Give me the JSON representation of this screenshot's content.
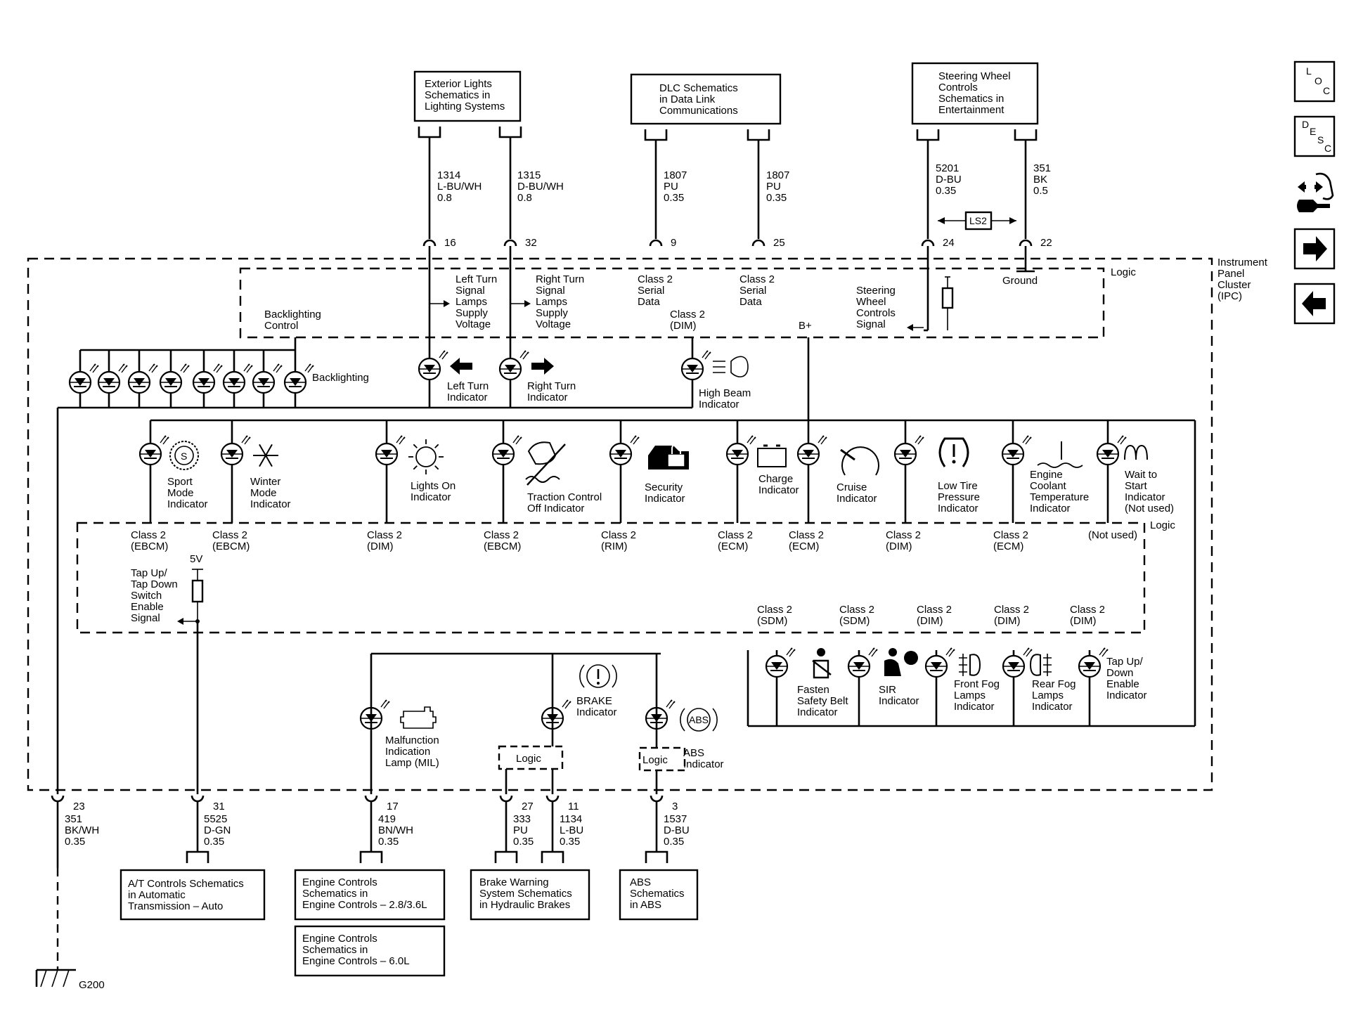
{
  "top_boxes": [
    {
      "id": "ext",
      "lines": [
        "Exterior Lights",
        "Schematics in",
        "Lighting Systems"
      ]
    },
    {
      "id": "dlc",
      "lines": [
        "DLC Schematics",
        "in Data Link",
        "Communications"
      ]
    },
    {
      "id": "swc",
      "lines": [
        "Steering Wheel",
        "Controls",
        "Schematics in",
        "Entertainment"
      ]
    }
  ],
  "top_wires": [
    {
      "circuit": "1314",
      "color": "L-BU/WH",
      "gauge": "0.8",
      "pin": "16"
    },
    {
      "circuit": "1315",
      "color": "D-BU/WH",
      "gauge": "0.8",
      "pin": "32"
    },
    {
      "circuit": "1807",
      "color": "PU",
      "gauge": "0.35",
      "pin": "9"
    },
    {
      "circuit": "1807",
      "color": "PU",
      "gauge": "0.35",
      "pin": "25"
    },
    {
      "circuit": "5201",
      "color": "D-BU",
      "gauge": "0.35",
      "pin": "24"
    },
    {
      "circuit": "351",
      "color": "BK",
      "gauge": "0.5",
      "pin": "22"
    }
  ],
  "ls2": "LS2",
  "module": {
    "lines": [
      "Instrument",
      "Panel",
      "Cluster",
      "(IPC)"
    ]
  },
  "logic": "Logic",
  "logic_top": [
    {
      "lines": [
        "Backlighting",
        "Control"
      ]
    },
    {
      "lines": [
        "Left Turn",
        "Signal",
        "Lamps",
        "Supply",
        "Voltage"
      ]
    },
    {
      "lines": [
        "Right Turn",
        "Signal",
        "Lamps",
        "Supply",
        "Voltage"
      ]
    },
    {
      "lines": [
        "Class 2",
        "Serial",
        "Data"
      ]
    },
    {
      "lines": [
        "Class 2",
        "(DIM)"
      ]
    },
    {
      "lines": [
        "Class 2",
        "Serial",
        "Data"
      ]
    },
    {
      "lines": [
        "B+"
      ]
    },
    {
      "lines": [
        "Steering",
        "Wheel",
        "Controls",
        "Signal"
      ]
    },
    {
      "lines": [
        "Ground"
      ]
    }
  ],
  "upper_indicators": [
    {
      "lines": [
        "Backlighting"
      ]
    },
    {
      "lines": [
        "Left Turn",
        "Indicator"
      ]
    },
    {
      "lines": [
        "Right Turn",
        "Indicator"
      ]
    },
    {
      "lines": [
        "High Beam",
        "Indicator"
      ]
    }
  ],
  "row_indicators": [
    {
      "lines": [
        "Sport",
        "Mode",
        "Indicator"
      ],
      "source": [
        "Class 2",
        "(EBCM)"
      ],
      "icon": "sport-mode-icon"
    },
    {
      "lines": [
        "Winter",
        "Mode",
        "Indicator"
      ],
      "source": [
        "Class 2",
        "(EBCM)"
      ],
      "icon": "snowflake-icon"
    },
    {
      "lines": [
        "Lights On",
        "Indicator"
      ],
      "source": [
        "Class 2",
        "(DIM)"
      ],
      "icon": "sun-icon"
    },
    {
      "lines": [
        "Traction Control",
        "Off Indicator"
      ],
      "source": [
        "Class 2",
        "(EBCM)"
      ],
      "icon": "traction-off-icon"
    },
    {
      "lines": [
        "Security",
        "Indicator"
      ],
      "source": [
        "Class 2",
        "(RIM)"
      ],
      "icon": "security-car-icon"
    },
    {
      "lines": [
        "Charge",
        "Indicator"
      ],
      "source": [
        "Class 2",
        "(ECM)"
      ],
      "icon": "battery-icon"
    },
    {
      "lines": [
        "Cruise",
        "Indicator"
      ],
      "source": [
        "Class 2",
        "(ECM)"
      ],
      "icon": "speedometer-icon"
    },
    {
      "lines": [
        "Low Tire",
        "Pressure",
        "Indicator"
      ],
      "source": [
        "Class 2",
        "(DIM)"
      ],
      "icon": "tire-pressure-icon"
    },
    {
      "lines": [
        "Engine",
        "Coolant",
        "Temperature",
        "Indicator"
      ],
      "source": [
        "Class 2",
        "(ECM)"
      ],
      "icon": "coolant-temp-icon"
    },
    {
      "lines": [
        "Wait to",
        "Start",
        "Indicator",
        "(Not used)"
      ],
      "source": [
        "(Not used)"
      ],
      "icon": "glow-plug-icon"
    }
  ],
  "tap_switch": {
    "voltage": "5V",
    "lines": [
      "Tap Up/",
      "Tap Down",
      "Switch",
      "Enable",
      "Signal"
    ]
  },
  "lower_indicators": [
    {
      "lines": [
        "Fasten",
        "Safety Belt",
        "Indicator"
      ],
      "source": [
        "Class 2",
        "(SDM)"
      ],
      "icon": "seatbelt-icon"
    },
    {
      "lines": [
        "SIR",
        "Indicator"
      ],
      "source": [
        "Class 2",
        "(SDM)"
      ],
      "icon": "airbag-icon"
    },
    {
      "lines": [
        "Front Fog",
        "Lamps",
        "Indicator"
      ],
      "source": [
        "Class 2",
        "(DIM)"
      ],
      "icon": "front-fog-icon"
    },
    {
      "lines": [
        "Rear Fog",
        "Lamps",
        "Indicator"
      ],
      "source": [
        "Class 2",
        "(DIM)"
      ],
      "icon": "rear-fog-icon"
    },
    {
      "lines": [
        "Tap Up/",
        "Down",
        "Enable",
        "Indicator"
      ],
      "source": [
        "Class 2",
        "(DIM)"
      ],
      "icon": ""
    }
  ],
  "bottom_indicators": [
    {
      "lines": [
        "Malfunction",
        "Indication",
        "Lamp (MIL)"
      ],
      "icon": "engine-icon"
    },
    {
      "lines": [
        "BRAKE",
        "Indicator"
      ],
      "icon": "brake-icon"
    },
    {
      "lines": [
        "ABS",
        "Indicator"
      ],
      "icon": "abs-icon"
    }
  ],
  "abs_badge": "ABS",
  "bottom_wires": [
    {
      "circuit": "351",
      "color": "BK/WH",
      "gauge": "0.35",
      "pin": "23"
    },
    {
      "circuit": "5525",
      "color": "D-GN",
      "gauge": "0.35",
      "pin": "31"
    },
    {
      "circuit": "419",
      "color": "BN/WH",
      "gauge": "0.35",
      "pin": "17"
    },
    {
      "circuit": "333",
      "color": "PU",
      "gauge": "0.35",
      "pin": "27"
    },
    {
      "circuit": "1134",
      "color": "L-BU",
      "gauge": "0.35",
      "pin": "11"
    },
    {
      "circuit": "1537",
      "color": "D-BU",
      "gauge": "0.35",
      "pin": "3"
    }
  ],
  "bottom_boxes": [
    {
      "id": "at",
      "lines": [
        "A/T Controls Schematics",
        "in Automatic",
        "Transmission – Auto"
      ]
    },
    {
      "id": "eng1",
      "lines": [
        "Engine Controls",
        "Schematics in",
        "Engine Controls – 2.8/3.6L"
      ]
    },
    {
      "id": "eng2",
      "lines": [
        "Engine Controls",
        "Schematics in",
        "Engine Controls – 6.0L"
      ]
    },
    {
      "id": "brk",
      "lines": [
        "Brake Warning",
        "System Schematics",
        "in Hydraulic Brakes"
      ]
    },
    {
      "id": "abs",
      "lines": [
        "ABS",
        "Schematics",
        "in ABS"
      ]
    }
  ],
  "ground": "G200",
  "nav": {
    "loc": [
      "L",
      "O",
      "C"
    ],
    "desc": [
      "D",
      "E",
      "S",
      "C"
    ]
  }
}
